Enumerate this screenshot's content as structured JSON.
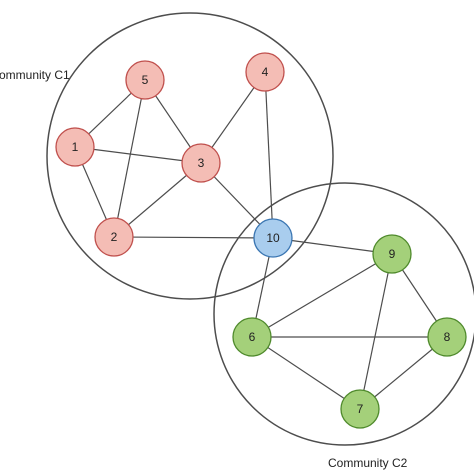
{
  "communities": [
    {
      "id": "c1",
      "label": "ommunity C1"
    },
    {
      "id": "c2",
      "label": "Community C2"
    }
  ],
  "colors": {
    "c1_fill": "#f4bdb5",
    "c1_stroke": "#c0504d",
    "c2_fill": "#a4d07a",
    "c2_stroke": "#4f8a2c",
    "bridge_fill": "#a9cdee",
    "bridge_stroke": "#3b76b2",
    "line": "#4d4d4d"
  },
  "nodes": [
    {
      "id": "1",
      "label": "1",
      "community": "c1"
    },
    {
      "id": "2",
      "label": "2",
      "community": "c1"
    },
    {
      "id": "3",
      "label": "3",
      "community": "c1"
    },
    {
      "id": "4",
      "label": "4",
      "community": "c1"
    },
    {
      "id": "5",
      "label": "5",
      "community": "c1"
    },
    {
      "id": "6",
      "label": "6",
      "community": "c2"
    },
    {
      "id": "7",
      "label": "7",
      "community": "c2"
    },
    {
      "id": "8",
      "label": "8",
      "community": "c2"
    },
    {
      "id": "9",
      "label": "9",
      "community": "c2"
    },
    {
      "id": "10",
      "label": "10",
      "community": "bridge"
    }
  ],
  "edges": [
    [
      "1",
      "5"
    ],
    [
      "1",
      "3"
    ],
    [
      "1",
      "2"
    ],
    [
      "5",
      "2"
    ],
    [
      "5",
      "3"
    ],
    [
      "4",
      "3"
    ],
    [
      "4",
      "10"
    ],
    [
      "3",
      "2"
    ],
    [
      "3",
      "10"
    ],
    [
      "2",
      "10"
    ],
    [
      "10",
      "6"
    ],
    [
      "10",
      "9"
    ],
    [
      "9",
      "6"
    ],
    [
      "9",
      "8"
    ],
    [
      "9",
      "7"
    ],
    [
      "6",
      "8"
    ],
    [
      "6",
      "7"
    ],
    [
      "7",
      "8"
    ]
  ]
}
